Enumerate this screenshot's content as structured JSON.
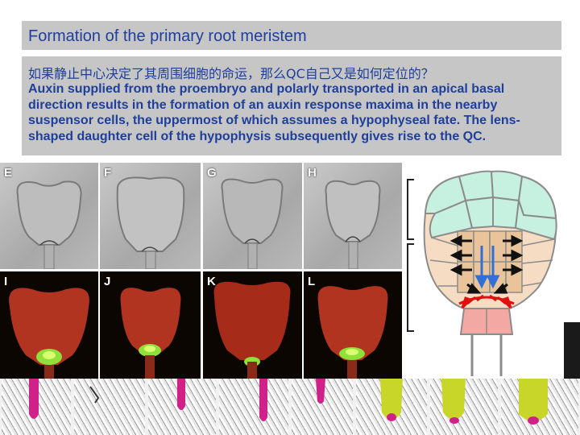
{
  "title": "Formation of the primary root meristem",
  "body_text": {
    "chinese_line": "如果静止中心决定了其周围细胞的命运，那么QC自己又是如何定位的？",
    "english_paragraph": "Auxin supplied from the proembryo and polarly transported in an apical basal direction results in the formation of an auxin response maxima in the nearby suspensor cells, the uppermost of which assumes a hypophyseal fate. The lens-shaped daughter cell of the hypophysis subsequently gives rise to the QC."
  },
  "panels_top": [
    {
      "label": "E"
    },
    {
      "label": "F"
    },
    {
      "label": "G"
    },
    {
      "label": "H"
    }
  ],
  "panels_bottom": [
    {
      "label": "I"
    },
    {
      "label": "J"
    },
    {
      "label": "K"
    },
    {
      "label": "L"
    }
  ],
  "colors": {
    "title_text": "#1f3f9a",
    "box_background": "#c6c6c6",
    "upper_cells": "#c6f0e0",
    "lateral_cells": "#f6dcc2",
    "inner_cells": "#e9c49a",
    "hypophysis": "#f2a9a3",
    "auxin_flow_arrow": "#2f6fd6",
    "lateral_arrow": "#111111",
    "maxima_arrow": "#e01010",
    "fluorescence_red": "#c23a23",
    "fluorescence_green": "#8fe03a",
    "root_magenta": "#d0208a",
    "root_yellow": "#c8d62a"
  }
}
